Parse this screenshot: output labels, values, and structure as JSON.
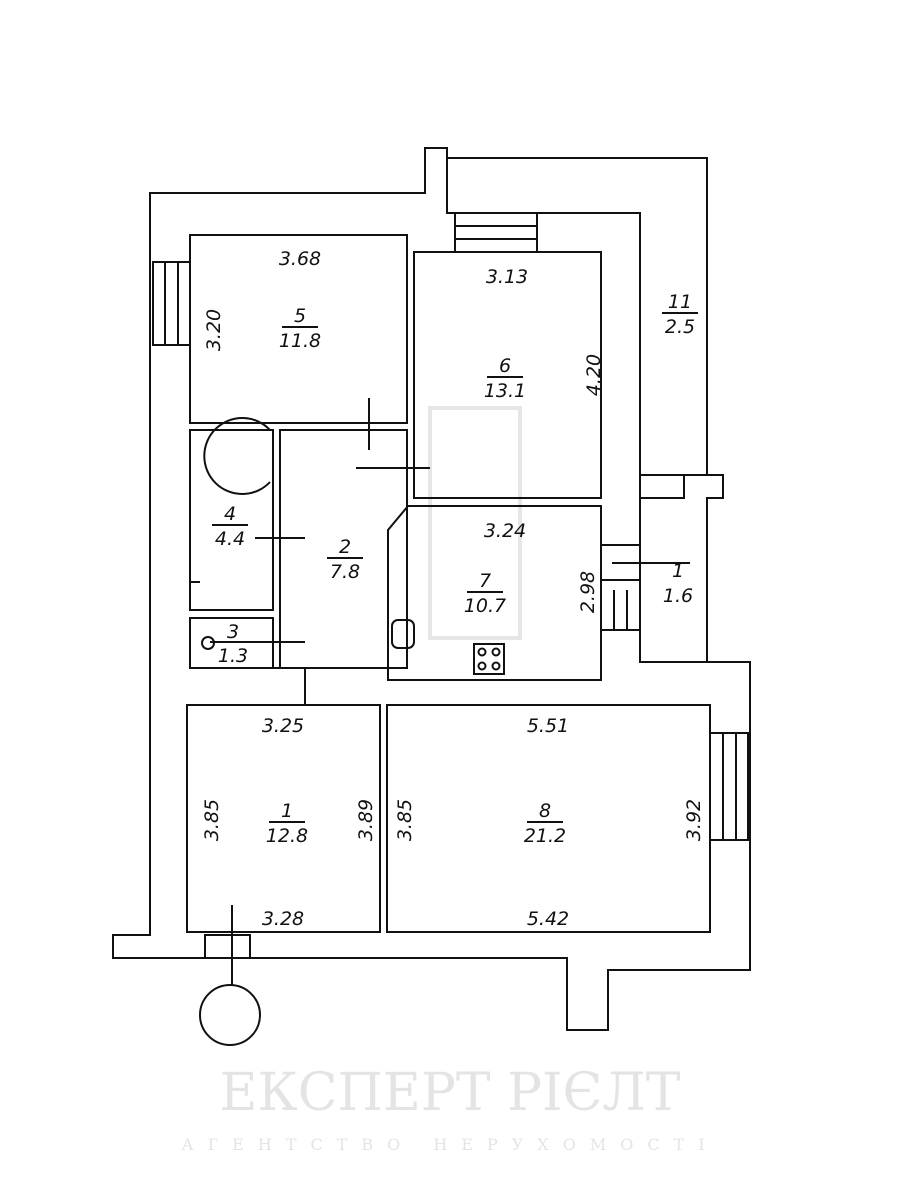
{
  "watermark": {
    "brand": "ЕКСПЕРТ РІЄЛТ",
    "subtitle": "АГЕНТСТВО НЕРУХОМОСТІ"
  },
  "rooms": [
    {
      "id": "5",
      "area": "11.8",
      "dims": [
        "3.68",
        "3.20"
      ]
    },
    {
      "id": "6",
      "area": "13.1",
      "dims": [
        "3.13",
        "4.20"
      ]
    },
    {
      "id": "11",
      "area": "2.5"
    },
    {
      "id": "4",
      "area": "4.4"
    },
    {
      "id": "2",
      "area": "7.8"
    },
    {
      "id": "3",
      "area": "1.3"
    },
    {
      "id": "7",
      "area": "10.7",
      "dims": [
        "3.24",
        "2.98"
      ]
    },
    {
      "id": "1",
      "area": "1.6"
    },
    {
      "id": "1",
      "area": "12.8",
      "dims": [
        "3.25",
        "3.85",
        "3.89",
        "3.28"
      ]
    },
    {
      "id": "8",
      "area": "21.2",
      "dims": [
        "5.51",
        "3.85",
        "3.92",
        "5.42"
      ]
    }
  ]
}
